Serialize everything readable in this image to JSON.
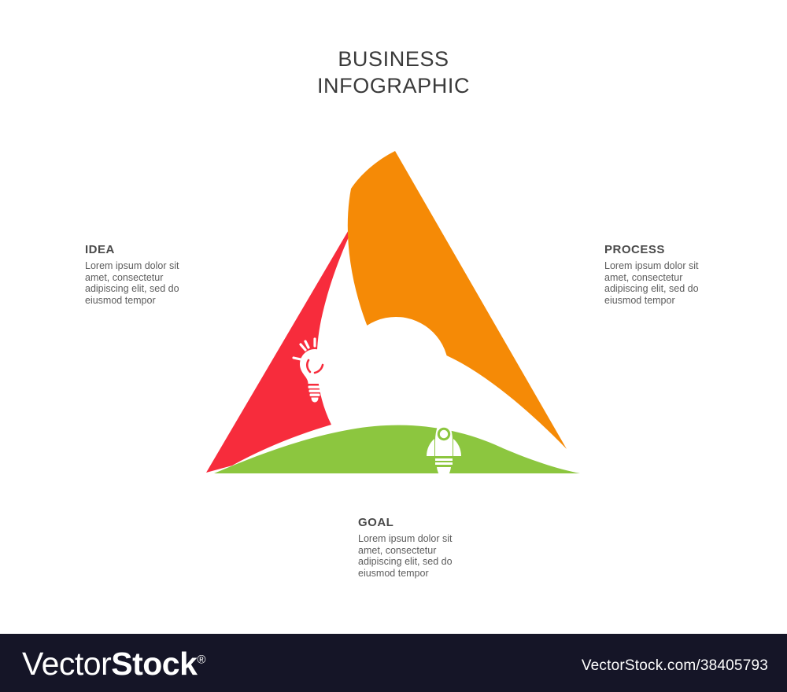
{
  "header": {
    "title_line1": "BUSINESS",
    "title_line2": "INFOGRAPHIC"
  },
  "colors": {
    "red": "#F72C3C",
    "orange": "#F58A06",
    "green": "#8CC63F",
    "background": "#FFFFFF",
    "center_circle": "#FFFFFF",
    "title_text": "#3A3A3A",
    "heading_text": "#4A4A4A",
    "body_text": "#5D5D5D",
    "watermark_bar": "#151527",
    "watermark_text": "#FFFFFF"
  },
  "segments": [
    {
      "id": "idea",
      "label": "IDEA",
      "body": "Lorem ipsum dolor sit\namet, consectetur\nadipiscing elit, sed do\neiusmod tempor",
      "color": "#F72C3C",
      "icon": "lightbulb-icon",
      "position": "left"
    },
    {
      "id": "process",
      "label": "PROCESS",
      "body": "Lorem ipsum dolor sit\namet, consectetur\nadipiscing elit, sed do\neiusmod tempor",
      "color": "#F58A06",
      "icon": "head-gear-icon",
      "position": "right"
    },
    {
      "id": "goal",
      "label": "GOAL",
      "body": "Lorem ipsum dolor sit\namet, consectetur\nadipiscing elit, sed do\neiusmod tempor",
      "color": "#8CC63F",
      "icon": "rocket-icon",
      "position": "bottom"
    }
  ],
  "watermark": {
    "logo_light": "Vector",
    "logo_bold": "Stock",
    "logo_mark": "®",
    "url": "VectorStock.com/38405793"
  }
}
